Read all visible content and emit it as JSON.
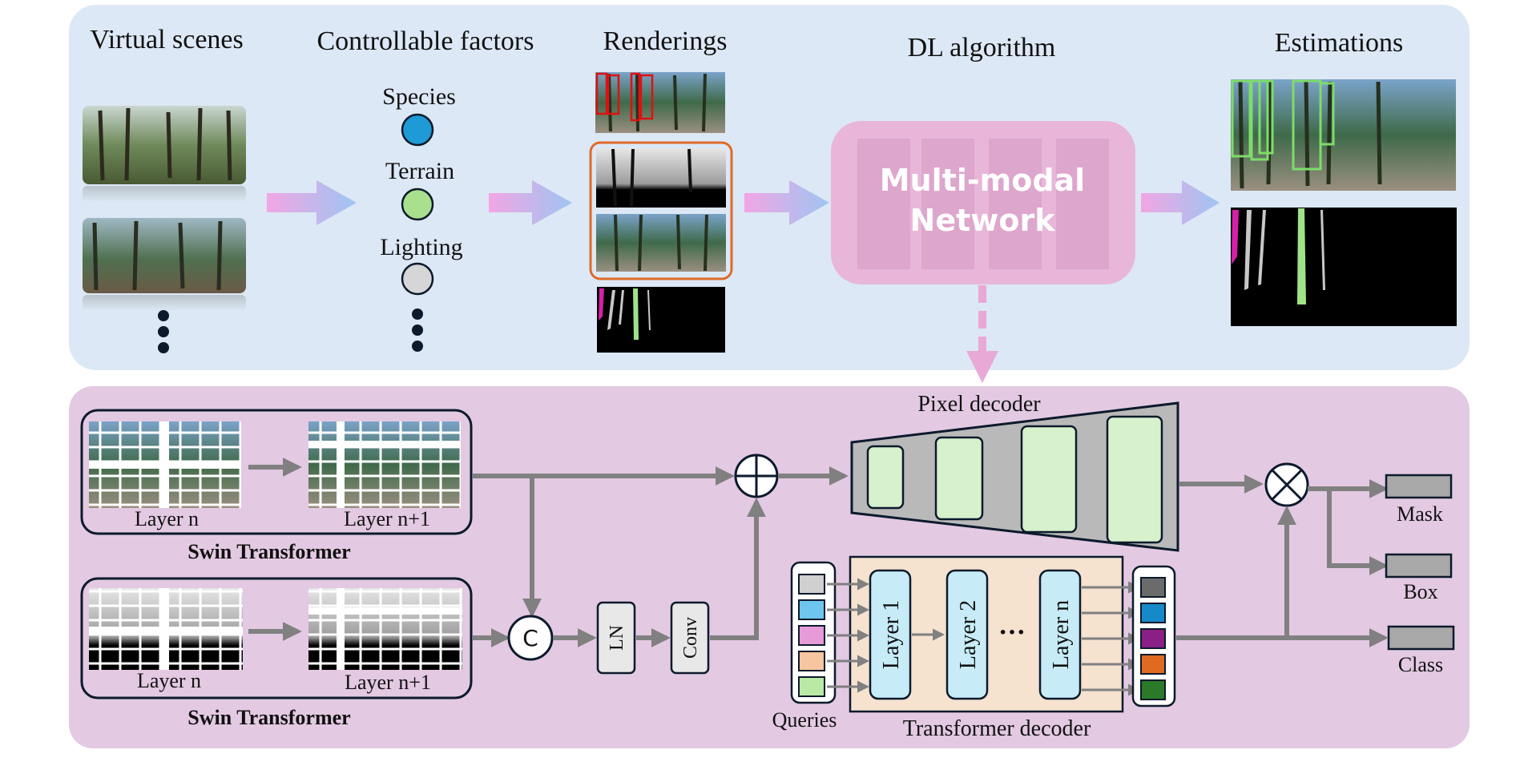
{
  "pipeline": {
    "virtual_scenes": "Virtual scenes",
    "controllable_factors": "Controllable factors",
    "renderings": "Renderings",
    "dl_algorithm": "DL algorithm",
    "estimations": "Estimations",
    "factors": [
      {
        "label": "Species",
        "color": "#1e9ad6"
      },
      {
        "label": "Terrain",
        "color": "#a8e08e"
      },
      {
        "label": "Lighting",
        "color": "#d6d6d6"
      }
    ],
    "network_line1": "Multi-modal",
    "network_line2": "Network"
  },
  "architecture": {
    "layer_n": "Layer n",
    "layer_n_plus_1": "Layer n+1",
    "swin_transformer": "Swin Transformer",
    "concat_symbol": "C",
    "ln": "LN",
    "conv": "Conv",
    "pixel_decoder": "Pixel decoder",
    "queries": "Queries",
    "transformer_decoder": "Transformer decoder",
    "decoder_layers": [
      "Layer 1",
      "Layer 2",
      "Layer n"
    ],
    "ellipsis": "···",
    "outputs": [
      "Mask",
      "Box",
      "Class"
    ],
    "query_colors": [
      "#d0d0d0",
      "#6ec6ef",
      "#e79ad8",
      "#f7c6a0",
      "#b9eaa5"
    ],
    "output_colors": [
      "#6b6b6b",
      "#1689c9",
      "#8a1f86",
      "#e06a22",
      "#2b7a2a"
    ]
  },
  "colors": {
    "top_panel": "#dce8f5",
    "bottom_panel": "#e3c9e2",
    "arrow_gray": "#808080",
    "network_box": "#e8b6d9"
  }
}
